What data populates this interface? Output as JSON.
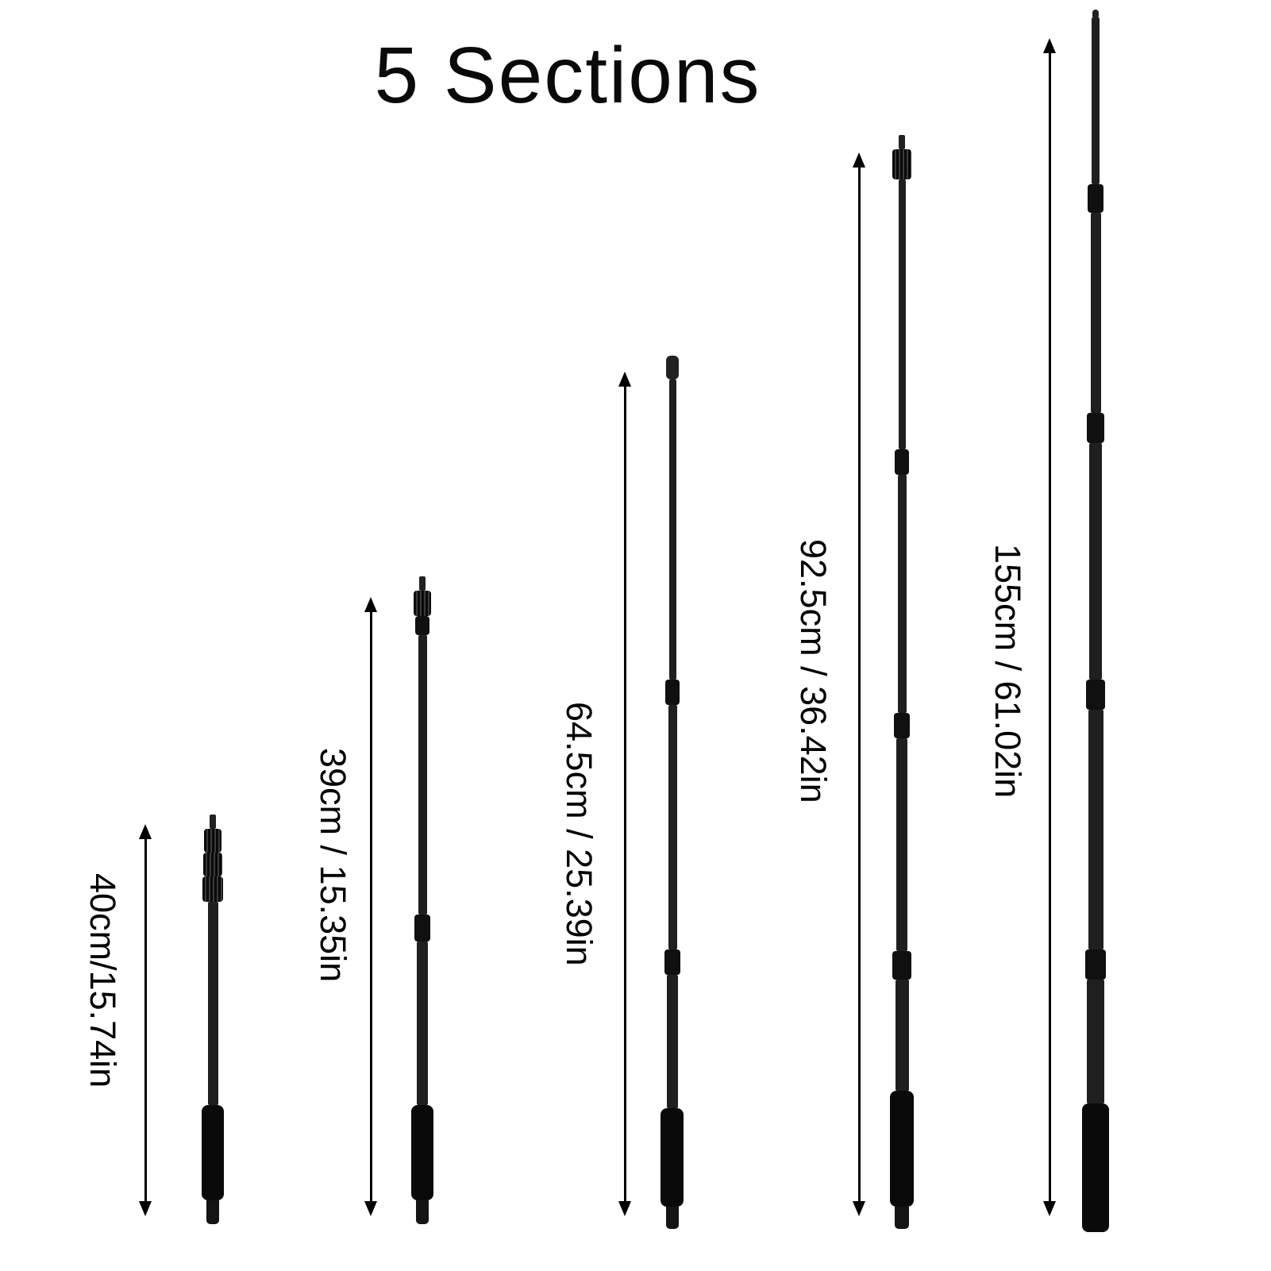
{
  "title": "5 Sections",
  "poles": [
    {
      "label": "40cm/15.74in"
    },
    {
      "label": "39cm / 15.35in"
    },
    {
      "label": "64.5cm / 25.39in"
    },
    {
      "label": "92.5cm / 36.42in"
    },
    {
      "label": "155cm / 61.02in"
    }
  ],
  "colors": {
    "background": "#ffffff",
    "pole": "#1a1a1a",
    "text": "#000000"
  }
}
